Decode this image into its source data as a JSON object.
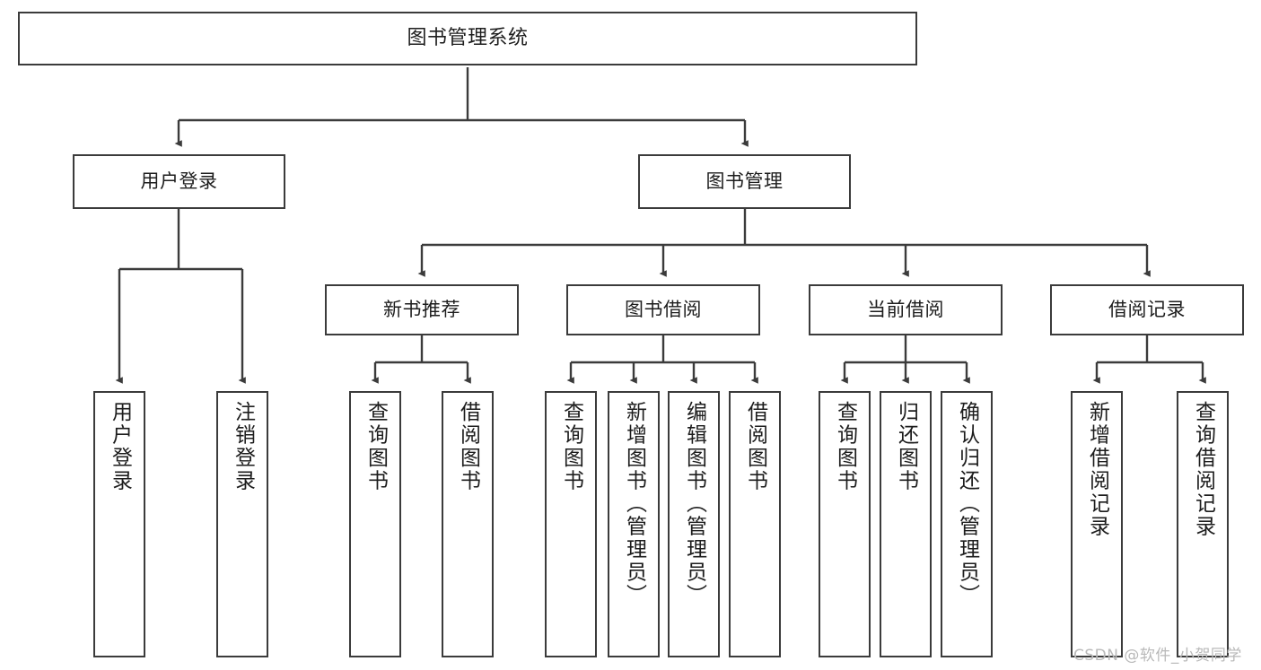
{
  "diagram": {
    "title": "图书管理系统",
    "type": "tree-hierarchy",
    "watermark": "CSDN @软件_小贺同学",
    "colors": {
      "background": "#ffffff",
      "border": "#3b3b3b",
      "text": "#1d1d1d",
      "connector": "#3b3b3b",
      "watermark": "#b9b9b9"
    },
    "nodes": {
      "root": {
        "label": "图书管理系统"
      },
      "level2": [
        {
          "id": "user-login",
          "label": "用户登录"
        },
        {
          "id": "book-manage",
          "label": "图书管理"
        }
      ],
      "level3": [
        {
          "id": "new-book-recommend",
          "label": "新书推荐"
        },
        {
          "id": "book-borrow",
          "label": "图书借阅"
        },
        {
          "id": "current-borrow",
          "label": "当前借阅"
        },
        {
          "id": "borrow-record",
          "label": "借阅记录"
        }
      ],
      "leaves": {
        "user-login": [
          {
            "id": "leaf-user-login",
            "label": "用户登录"
          },
          {
            "id": "leaf-logout-login",
            "label": "注销登录"
          }
        ],
        "new-book-recommend": [
          {
            "id": "leaf-query-book-1",
            "label": "查询图书"
          },
          {
            "id": "leaf-borrow-book-1",
            "label": "借阅图书"
          }
        ],
        "book-borrow": [
          {
            "id": "leaf-query-book-2",
            "label": "查询图书"
          },
          {
            "id": "leaf-add-book",
            "label": "新增图书（管理员）"
          },
          {
            "id": "leaf-edit-book",
            "label": "编辑图书（管理员）"
          },
          {
            "id": "leaf-borrow-book-2",
            "label": "借阅图书"
          }
        ],
        "current-borrow": [
          {
            "id": "leaf-query-book-3",
            "label": "查询图书"
          },
          {
            "id": "leaf-return-book",
            "label": "归还图书"
          },
          {
            "id": "leaf-confirm-return",
            "label": "确认归还（管理员）"
          }
        ],
        "borrow-record": [
          {
            "id": "leaf-add-record",
            "label": "新增借阅记录"
          },
          {
            "id": "leaf-query-record",
            "label": "查询借阅记录"
          }
        ]
      }
    }
  }
}
